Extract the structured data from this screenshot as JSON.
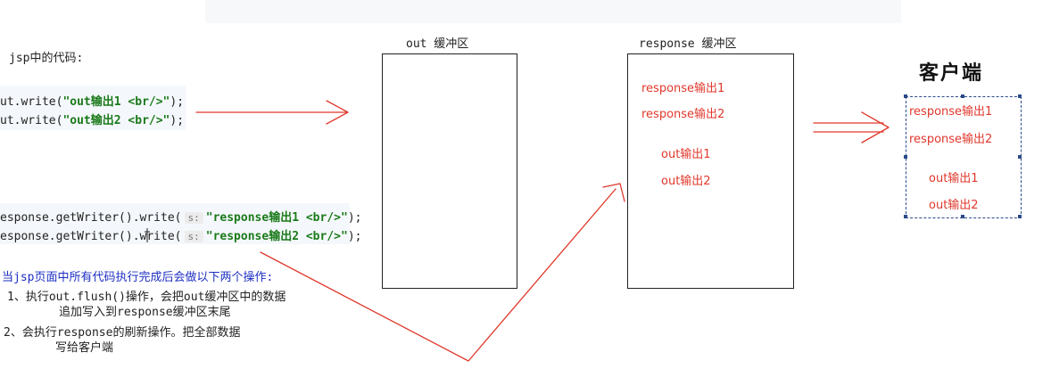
{
  "jsp_label": "jsp中的代码:",
  "out_code": [
    {
      "prefix": "ut.write(",
      "str": "\"out输出1 <br/>\"",
      "suffix": ");"
    },
    {
      "prefix": "ut.write(",
      "str": "\"out输出2 <br/>\"",
      "suffix": ");"
    }
  ],
  "response_code": [
    {
      "prefix": "esponse.getWriter().write(",
      "hint": "s:",
      "str": "\"response输出1 <br/>\"",
      "suffix": ");"
    },
    {
      "prefix": "esponse.getWriter().write(",
      "hint": "s:",
      "str": "\"response输出2 <br/>\"",
      "suffix": ");"
    }
  ],
  "notes": {
    "title": "当jsp页面中所有代码执行完成后会做以下两个操作:",
    "step1_line1": "1、执行out.flush()操作，会把out缓冲区中的数据",
    "step1_line2": "追加写入到response缓冲区末尾",
    "step2_line1": "2、会执行response的刷新操作。把全部数据",
    "step2_line2": "写给客户端"
  },
  "out_buffer": {
    "title": "out 缓冲区"
  },
  "response_buffer": {
    "title": "response 缓冲区",
    "items": [
      "response输出1",
      "response输出2",
      "out输出1",
      "out输出2"
    ]
  },
  "client": {
    "title": "客户端",
    "items": [
      "response输出1",
      "response输出2",
      "out输出1",
      "out输出2"
    ]
  },
  "colors": {
    "arrow": "#e0382c",
    "client_border": "#2a4a8a",
    "code_string": "#1a7a1a",
    "notes_title": "#1d2fc2"
  }
}
